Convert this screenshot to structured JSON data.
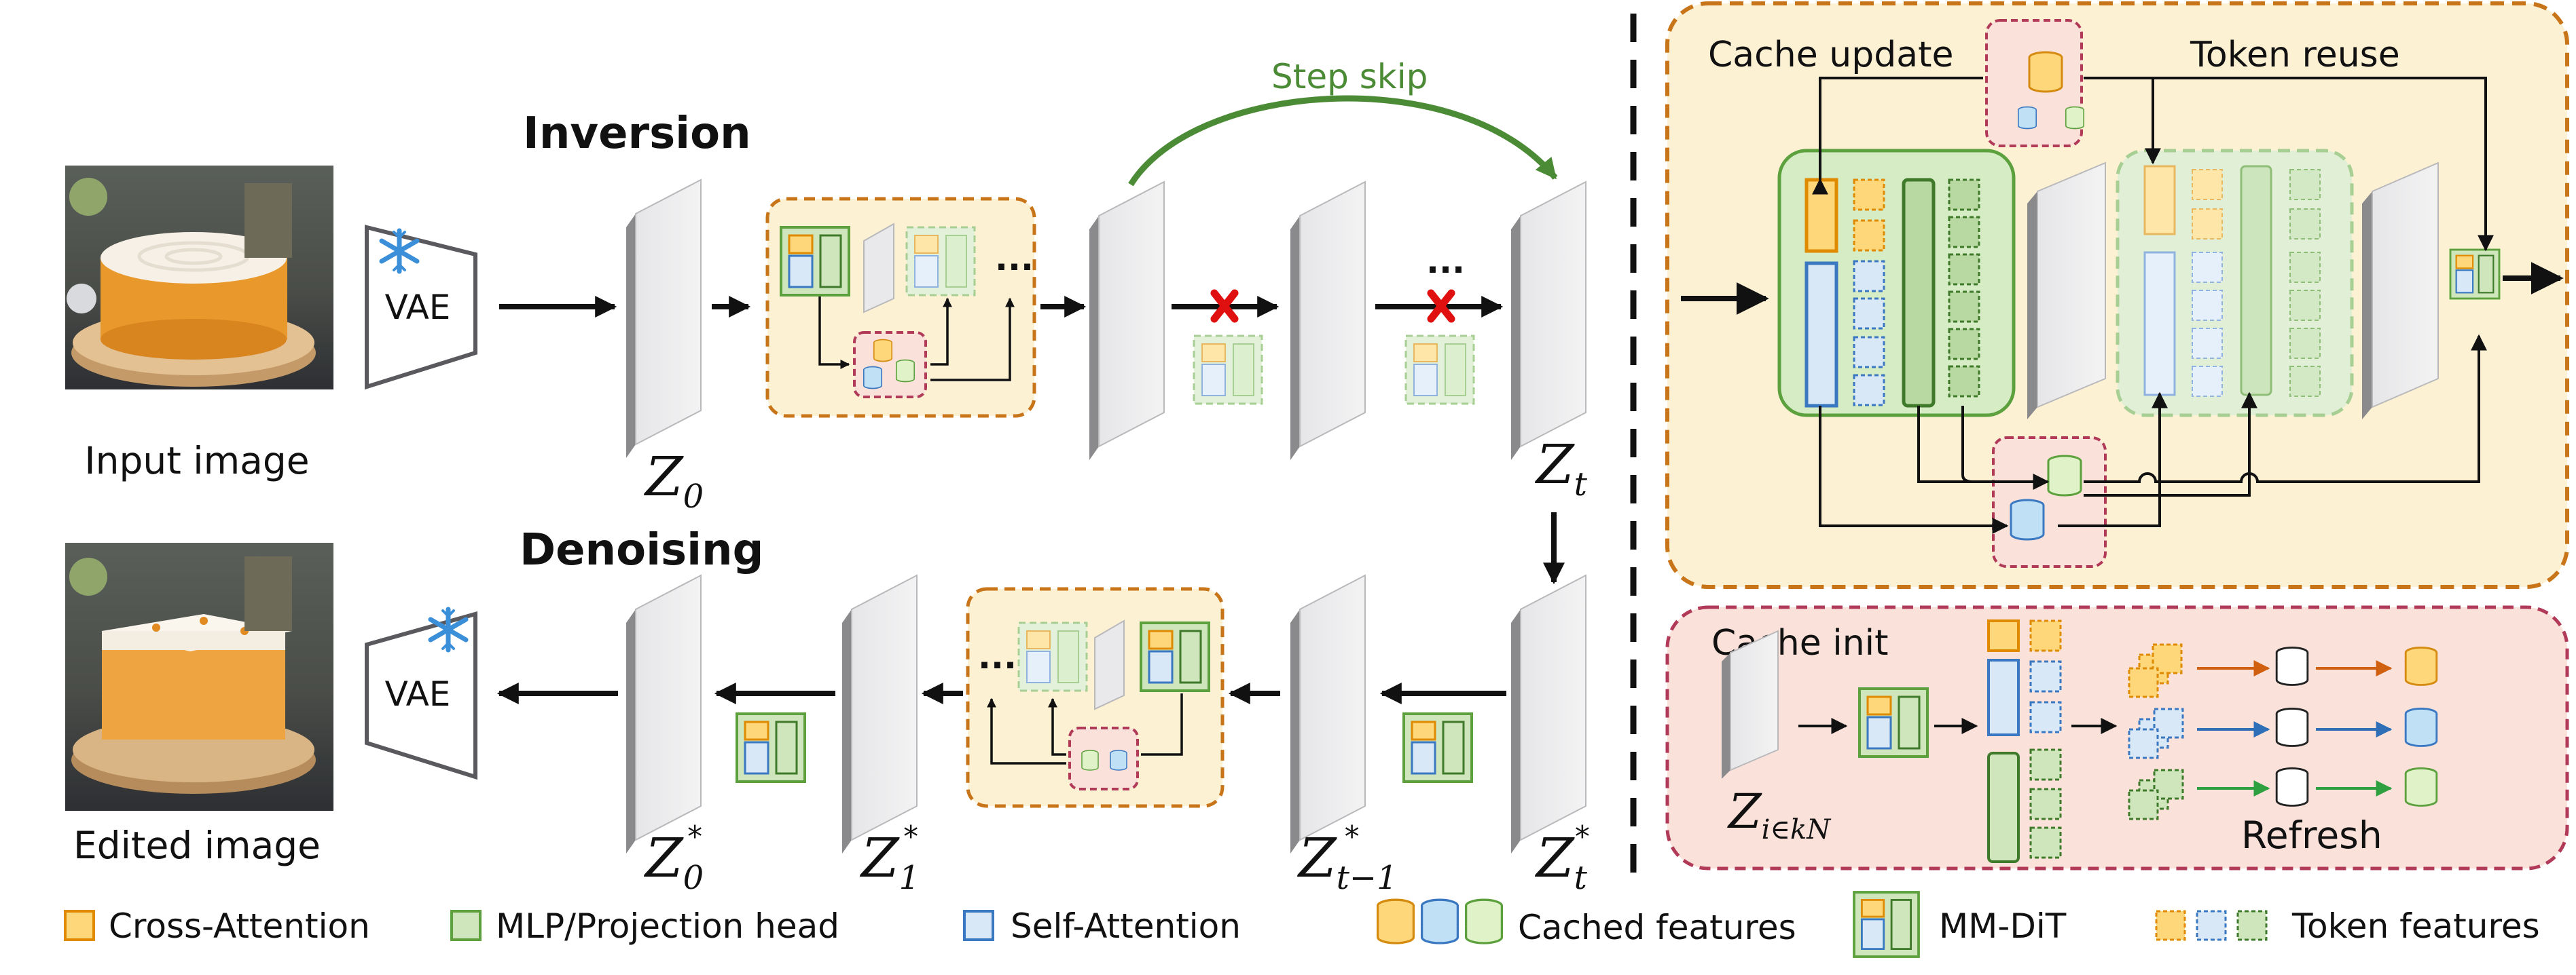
{
  "inversion": {
    "title": "Inversion",
    "input_caption": "Input image",
    "vae_label": "VAE",
    "step_skip_label": "Step skip",
    "z0_base": "Z",
    "z0_sub": "0",
    "zt_base": "Z",
    "zt_sub": "t",
    "dots": "..."
  },
  "denoising": {
    "title": "Denoising",
    "output_caption": "Edited image",
    "vae_label": "VAE",
    "dots": "...",
    "zt_star_base": "Z",
    "zt_star_sub": "t",
    "star": "*",
    "zt1_star_base": "Z",
    "zt1_star_sub": "t−1",
    "z1_star_base": "Z",
    "z1_star_sub": "1",
    "z0_star_base": "Z",
    "z0_star_sub": "0"
  },
  "cache_panel": {
    "cache_update": "Cache update",
    "token_reuse": "Token reuse"
  },
  "init_panel": {
    "cache_init": "Cache init",
    "z_base": "Z",
    "z_sub": "i∈kN",
    "refresh": "Refresh"
  },
  "legend": {
    "cross_attention": "Cross-Attention",
    "mlp": "MLP/Projection head",
    "self_attention": "Self-Attention",
    "cached_features": "Cached features",
    "mmdit": "MM-DiT",
    "token_features": "Token features"
  },
  "colors": {
    "orange_fill": "#fdd77a",
    "orange_stroke": "#e08a00",
    "green_fill": "#cfe6bd",
    "green_stroke": "#5da13e",
    "blue_fill": "#d8e8f7",
    "blue_stroke": "#3a78c2",
    "panel_top_fill": "#fdf1d4",
    "panel_top_stroke": "#c8751a",
    "panel_bottom_fill": "#fae2da",
    "panel_bottom_stroke": "#b23a59",
    "step_skip": "#4b8b35",
    "cross_mark": "#e01010"
  },
  "icons": [
    "snowflake-icon",
    "database-icon",
    "cross-mark-icon"
  ]
}
